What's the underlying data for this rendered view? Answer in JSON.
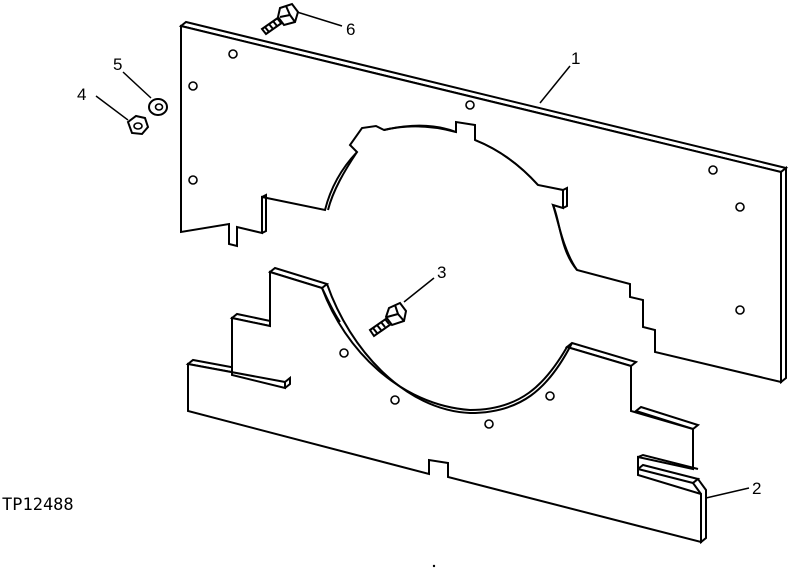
{
  "callouts": {
    "c1": "1",
    "c2": "2",
    "c3": "3",
    "c4": "4",
    "c5": "5",
    "c6": "6"
  },
  "figure_id": "TP12488"
}
